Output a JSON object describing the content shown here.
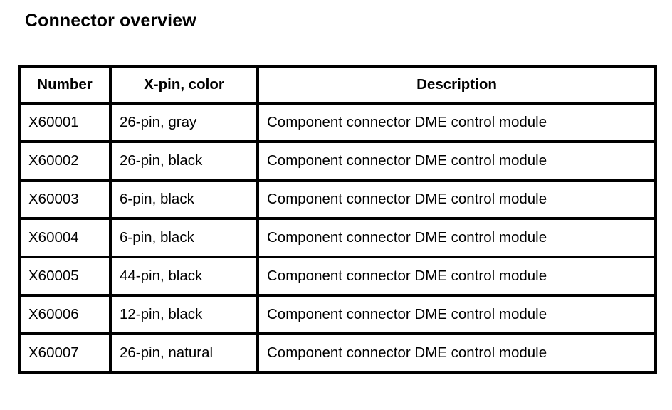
{
  "page": {
    "title": "Connector overview",
    "background_color": "#ffffff",
    "text_color": "#000000",
    "border_color": "#000000"
  },
  "table": {
    "name": "connector-overview-table",
    "columns": [
      {
        "key": "number",
        "label": "Number"
      },
      {
        "key": "xpin_color",
        "label": "X-pin, color"
      },
      {
        "key": "description",
        "label": "Description"
      }
    ],
    "rows": [
      {
        "number": "X60001",
        "xpin_color": "26-pin, gray",
        "description": "Component connector DME control module"
      },
      {
        "number": "X60002",
        "xpin_color": "26-pin, black",
        "description": "Component connector DME control module"
      },
      {
        "number": "X60003",
        "xpin_color": "6-pin, black",
        "description": "Component connector DME control module"
      },
      {
        "number": "X60004",
        "xpin_color": "6-pin, black",
        "description": "Component connector DME control module"
      },
      {
        "number": "X60005",
        "xpin_color": "44-pin, black",
        "description": "Component connector DME control module"
      },
      {
        "number": "X60006",
        "xpin_color": "12-pin, black",
        "description": "Component connector DME control module"
      },
      {
        "number": "X60007",
        "xpin_color": "26-pin, natural",
        "description": "Component connector DME control module"
      }
    ]
  }
}
